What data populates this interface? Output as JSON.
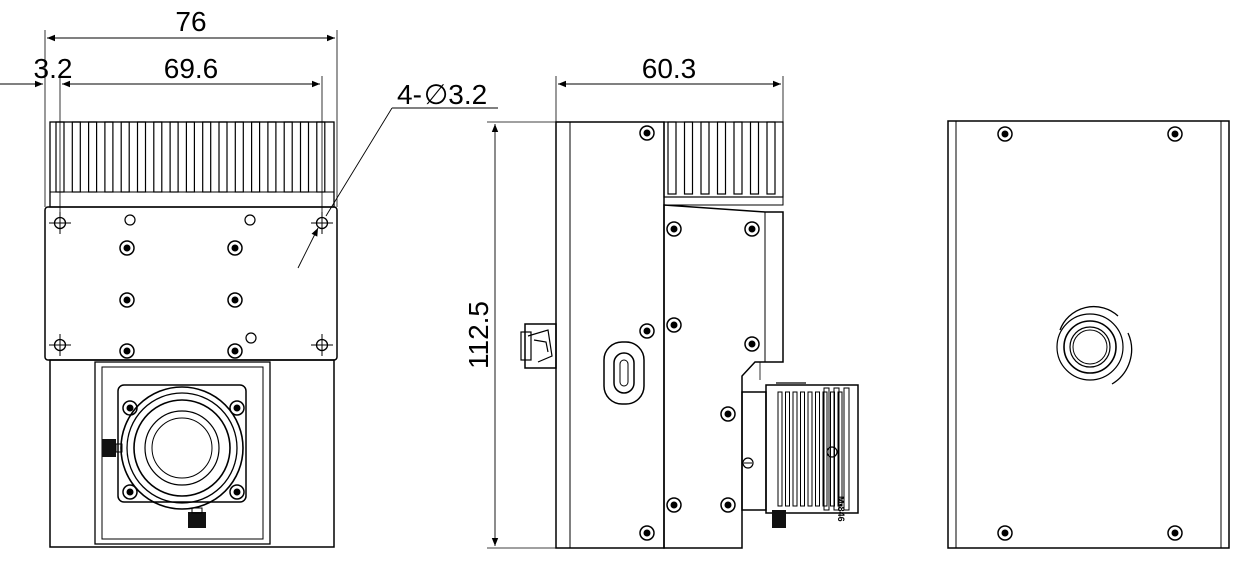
{
  "dimensions": {
    "overall_width": "76",
    "hole_offset": "3.2",
    "hole_spacing": "69.6",
    "hole_callout": "4-",
    "hole_callout_diameter": "∅3.2",
    "side_depth": "60.3",
    "height": "112.5"
  },
  "lens": {
    "marking": "M•846"
  },
  "colors": {
    "line": "#000000",
    "background": "#ffffff"
  }
}
